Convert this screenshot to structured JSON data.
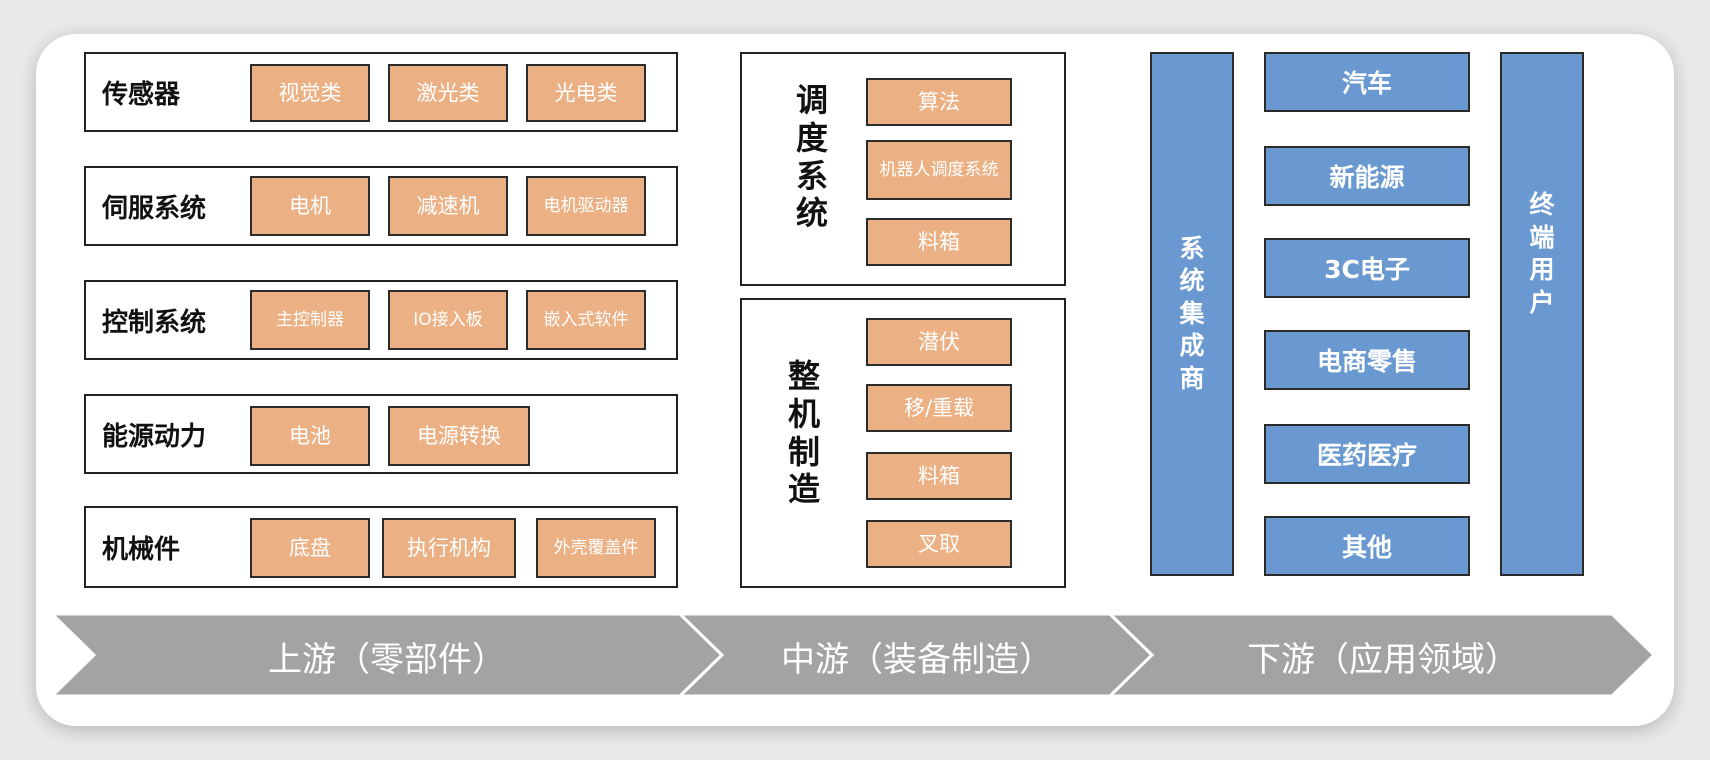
{
  "upstream": {
    "rows": [
      {
        "label": "传感器",
        "tags": [
          "视觉类",
          "激光类",
          "光电类"
        ]
      },
      {
        "label": "伺服系统",
        "tags": [
          "电机",
          "减速机",
          "电机驱动器"
        ]
      },
      {
        "label": "控制系统",
        "tags": [
          "主控制器",
          "IO接入板",
          "嵌入式软件"
        ]
      },
      {
        "label": "能源动力",
        "tags": [
          "电池",
          "电源转换"
        ]
      },
      {
        "label": "机械件",
        "tags": [
          "底盘",
          "执行机构",
          "外壳覆盖件"
        ]
      }
    ]
  },
  "midstream": {
    "scheduling": {
      "label": "调\n度\n系\n统",
      "tags": [
        "算法",
        "机器人调度系统",
        "料箱"
      ]
    },
    "manufacturing": {
      "label": "整\n机\n制\n造",
      "tags": [
        "潜伏",
        "移/重载",
        "料箱",
        "叉取"
      ]
    }
  },
  "downstream": {
    "integrator": "系\n统\n集\n成\n商",
    "industries": [
      "汽车",
      "新能源",
      "3C电子",
      "电商零售",
      "医药医疗",
      "其他"
    ],
    "end_user": "终\n端\n用\n户"
  },
  "stages": [
    "上游（零部件）",
    "中游（装备制造）",
    "下游（应用领域）"
  ],
  "colors": {
    "tag": "#ebb083",
    "blue": "#6a99d2",
    "arrow": "#a3a3a3"
  }
}
